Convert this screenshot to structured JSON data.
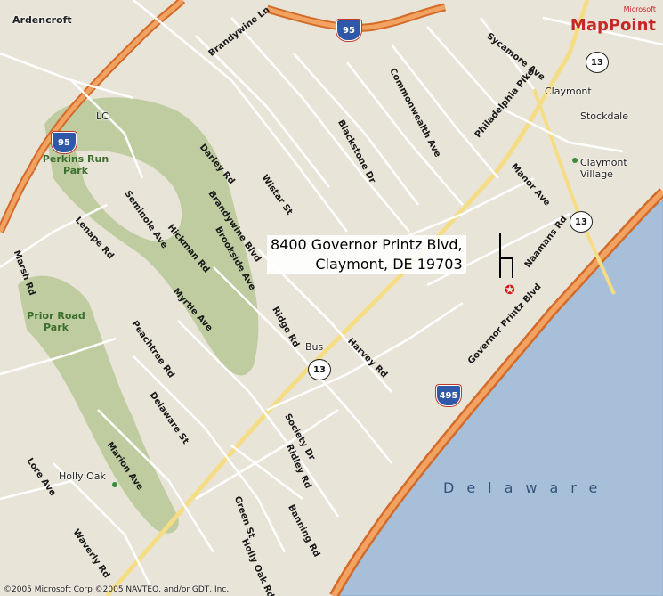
{
  "map": {
    "brand": {
      "top": "Microsoft",
      "name": "MapPoint"
    },
    "address": {
      "line1": "8400 Governor Printz Blvd,",
      "line2": "Claymont, DE 19703"
    },
    "copyright": "©2005 Microsoft Corp ©2005 NAVTEQ, and/or GDT, Inc.",
    "water_label": "Delaware",
    "places": [
      {
        "name": "Ardencroft",
        "dn": "place-ardencroft"
      },
      {
        "name": "Claymont",
        "dn": "place-claymont"
      },
      {
        "name": "Stockdale",
        "dn": "place-stockdale"
      },
      {
        "name": "Claymont Village",
        "dn": "place-claymont-village"
      },
      {
        "name": "Holly Oak",
        "dn": "place-holly-oak"
      },
      {
        "name": "Bus",
        "dn": "place-bus"
      },
      {
        "name": "LC",
        "dn": "place-lc"
      }
    ],
    "parks": [
      {
        "name": "Perkins Run Park",
        "dn": "park-perkins-run"
      },
      {
        "name": "Prior Road Park",
        "dn": "park-prior-road"
      }
    ],
    "shields": [
      {
        "label": "95",
        "dn": "interstate-95-shield-north"
      },
      {
        "label": "95",
        "dn": "interstate-95-shield-west"
      },
      {
        "label": "495",
        "dn": "interstate-495-shield"
      },
      {
        "label": "13",
        "dn": "route-13-shield-north"
      },
      {
        "label": "13",
        "dn": "route-13-shield-bus"
      },
      {
        "label": "13",
        "dn": "route-13-shield-east"
      }
    ],
    "streets": [
      "Governor Printz Blvd",
      "Philadelphia Pike",
      "Ridge Rd",
      "Harvey Rd",
      "Naamans Rd",
      "Darley Rd",
      "Myrtle Ave",
      "Brandywine Blvd",
      "Hickman Rd",
      "Manor Ave",
      "Wistar St",
      "Seminole Ave",
      "Brookside Ave",
      "Lenape Rd",
      "Marsh Rd",
      "Peachtree Rd",
      "Delaware St",
      "Society Dr",
      "Green St",
      "Ridley Rd",
      "Commonwealth Ave",
      "Blackstone Dr",
      "Brandywine Ln",
      "Holly Oak Rd",
      "Banning Rd",
      "Marion Ave",
      "Waverly Rd",
      "Sycamore Ave",
      "Lore Ave"
    ]
  }
}
